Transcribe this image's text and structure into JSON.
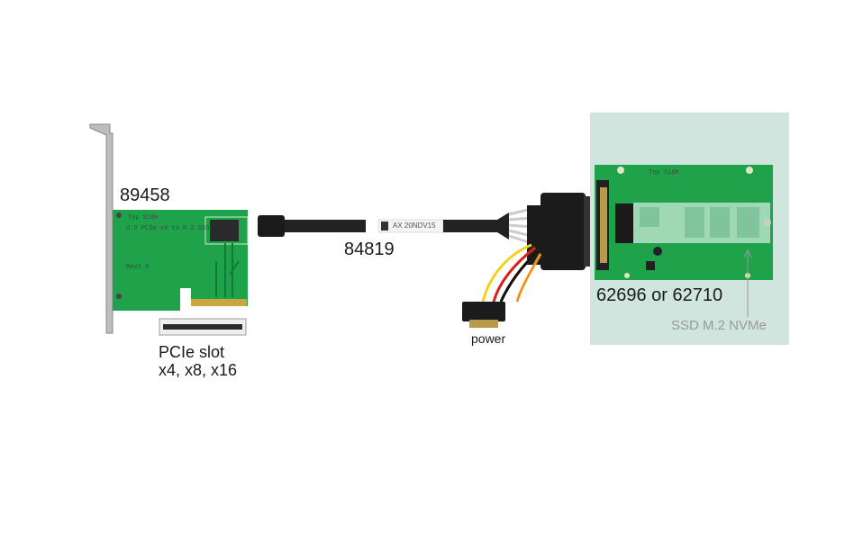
{
  "labels": {
    "pcie_card": "89458",
    "pcie_slot_line1": "PCIe slot",
    "pcie_slot_line2": "x4, x8, x16",
    "cable": "84819",
    "cable_print": "AX 20NDV15",
    "power": "power",
    "adapter": "62696 or 62710",
    "ssd": "SSD M.2 NVMe"
  },
  "colors": {
    "pcb_green": "#1fa34a",
    "panel_bg": "#cfe5dd",
    "ssd_green": "#9fd8b4",
    "connector_black": "#1b1b1b"
  }
}
